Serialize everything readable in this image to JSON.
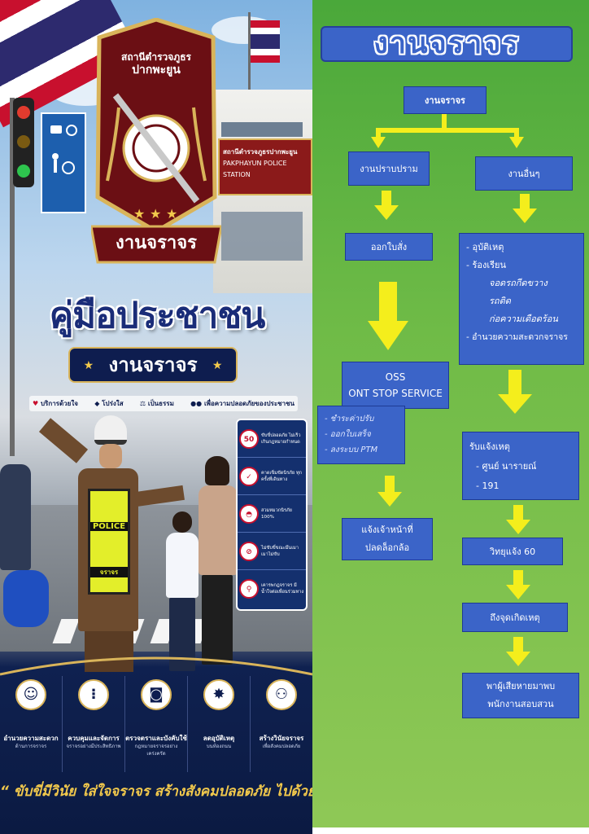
{
  "poster": {
    "station_name_line1": "สถานีตำรวจภูธร",
    "station_name_line2": "ปากพะยูน",
    "badge_banner": "งานจราจร",
    "main_title": "คู่มือประชาชน",
    "subtitle": "งานจราจร",
    "building_sign_th": "สถานีตำรวจภูธรปากพะยูน",
    "building_sign_en": "PAKPHAYUN POLICE STATION",
    "values": [
      "บริการด้วยใจ",
      "โปร่งใส",
      "เป็นธรรม",
      "เพื่อความปลอดภัยของประชาชน"
    ],
    "officer_vest": "POLICE",
    "officer_vest_sub": "จราจร",
    "rules": [
      {
        "icon": "50",
        "text": "ขับขี่ปลอดภัย ไม่เร็วเกินกฎหมายกำหนด"
      },
      {
        "icon": "seatbelt-icon",
        "text": "คาดเข็มขัดนิรภัย ทุกครั้งที่เดินทาง"
      },
      {
        "icon": "helmet-icon",
        "text": "สวมหมวกนิรภัย 100%"
      },
      {
        "icon": "no-drink-icon",
        "text": "ไม่ขับขี่ขณะมึนเมา เมาไม่ขับ"
      },
      {
        "icon": "pedestrian-icon",
        "text": "เคารพกฎจราจร มีน้ำใจต่อเพื่อนร่วมทาง"
      }
    ],
    "services": [
      {
        "icon": "officer-icon",
        "title": "อำนวยความสะดวก",
        "sub": "ด้านการจราจร"
      },
      {
        "icon": "traffic-light-icon",
        "title": "ควบคุมและจัดการ",
        "sub": "จราจรอย่างมีประสิทธิภาพ"
      },
      {
        "icon": "camera-icon",
        "title": "ตรวจตราและบังคับใช้",
        "sub": "กฎหมายจราจรอย่างเคร่งครัด"
      },
      {
        "icon": "crash-icon",
        "title": "ลดอุบัติเหตุ",
        "sub": "บนท้องถนน"
      },
      {
        "icon": "people-icon",
        "title": "สร้างวินัยจราจร",
        "sub": "เพื่อสังคมปลอดภัย"
      }
    ],
    "slogan": "“ ขับขี่มีวินัย   ใส่ใจจราจร   สร้างสังคมปลอดภัย   ไปด้วยกัน ”"
  },
  "flow": {
    "header": "งานจราจร",
    "root": "งานจราจร",
    "left_branch": "งานปราบปราม",
    "right_branch": "งานอื่นๆ",
    "ticket": "ออกใบสั่ง",
    "oss_line1": "OSS",
    "oss_line2": "ONT STOP SERVICE",
    "oss_items": [
      "-  ชำระค่าปรับ",
      "-  ออกใบเสร็จ",
      "-  ลงระบบ PTM"
    ],
    "notify_line1": "แจ้งเจ้าหน้าที่",
    "notify_line2": "ปลดล็อกล้อ",
    "other_items": {
      "accident": "-  อุบัติเหตุ",
      "complaint": "-  ร้องเรียน",
      "complaint_sub": [
        "จอดรถกีดขวาง",
        "รถติด",
        "ก่อความเดือดร้อน"
      ],
      "facilitate": "-  อำนวยความสะดวกจราจร"
    },
    "report": {
      "title": "รับแจ้งเหตุ",
      "items": [
        "-  ศูนย์  นารายณ์",
        "-  191"
      ]
    },
    "radio": "วิทยุแจ้ง 60",
    "arrive": "ถึงจุดเกิดเหตุ",
    "final_line1": "พาผู้เสียหายมาพบ",
    "final_line2": "พนักงานสอบสวน"
  },
  "colors": {
    "box": "#3b64c8",
    "arrow": "#f4ee1c",
    "background_green": "#6fbb47",
    "poster_navy": "#0e1d4f",
    "gold": "#d9b45a"
  }
}
